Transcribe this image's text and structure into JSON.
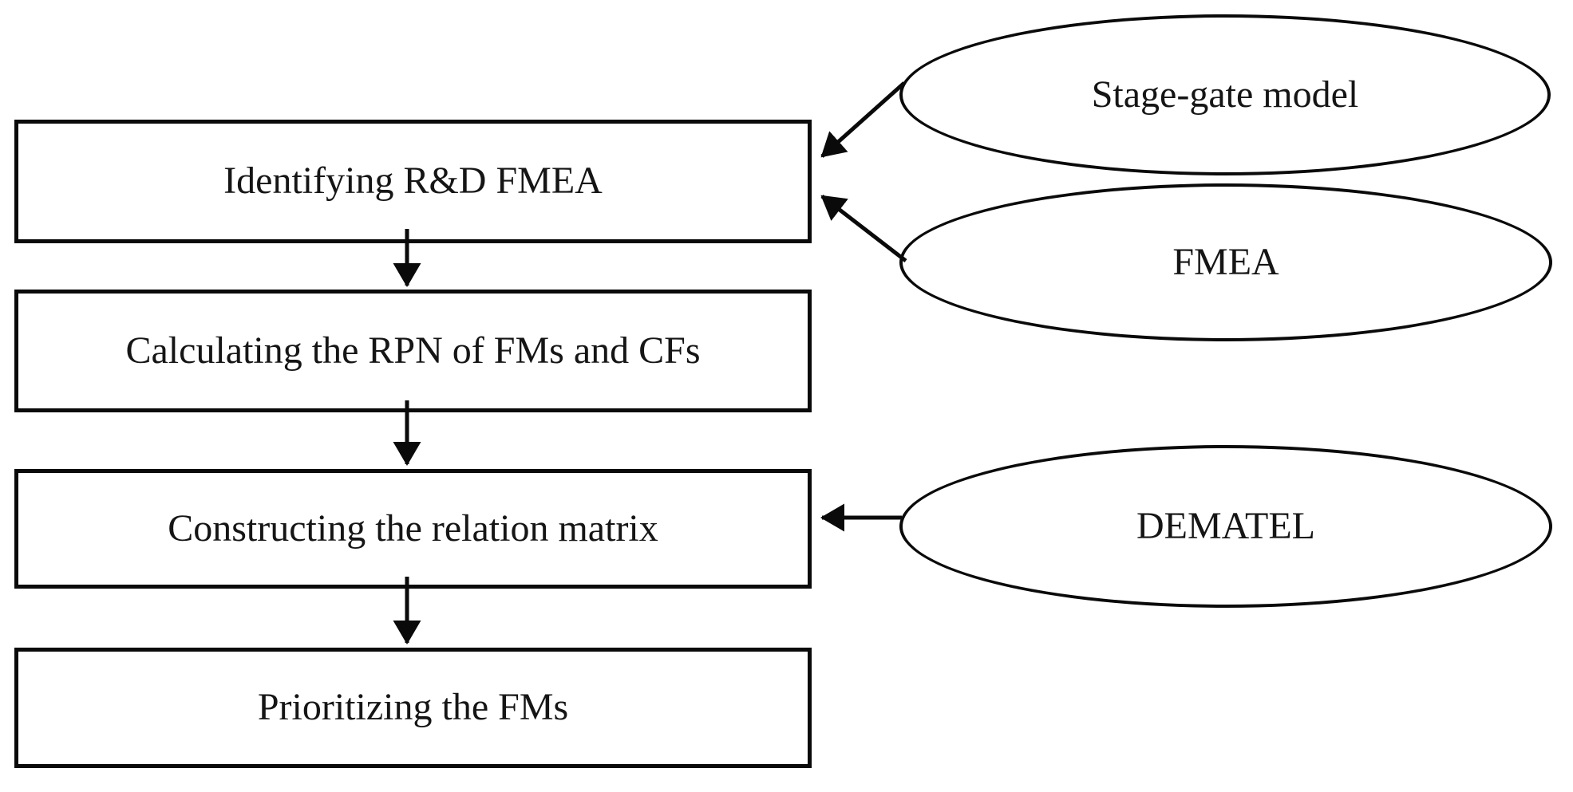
{
  "diagram": {
    "process_steps": [
      {
        "id": "identify",
        "label": "Identifying R&D FMEA"
      },
      {
        "id": "calculate",
        "label": "Calculating the RPN of FMs and CFs"
      },
      {
        "id": "construct",
        "label": "Constructing the relation matrix"
      },
      {
        "id": "prioritize",
        "label": "Prioritizing the FMs"
      }
    ],
    "method_inputs": [
      {
        "id": "stage-gate",
        "label": "Stage-gate model",
        "shape": "ellipse"
      },
      {
        "id": "fmea",
        "label": "FMEA",
        "shape": "ellipse"
      },
      {
        "id": "dematel",
        "label": "DEMATEL",
        "shape": "ellipse"
      }
    ],
    "connections": [
      {
        "from": "Stage-gate model",
        "to": "Identifying R&D FMEA"
      },
      {
        "from": "FMEA",
        "to": "Identifying R&D FMEA"
      },
      {
        "from": "Identifying R&D FMEA",
        "to": "Calculating the RPN of FMs and CFs"
      },
      {
        "from": "Calculating the RPN of FMs and CFs",
        "to": "Constructing the relation matrix"
      },
      {
        "from": "DEMATEL",
        "to": "Constructing the relation matrix"
      },
      {
        "from": "Constructing the relation matrix",
        "to": "Prioritizing the FMs"
      }
    ],
    "colors": {
      "stroke": "#0a0a0a",
      "text": "#151515",
      "background": "#ffffff"
    }
  }
}
